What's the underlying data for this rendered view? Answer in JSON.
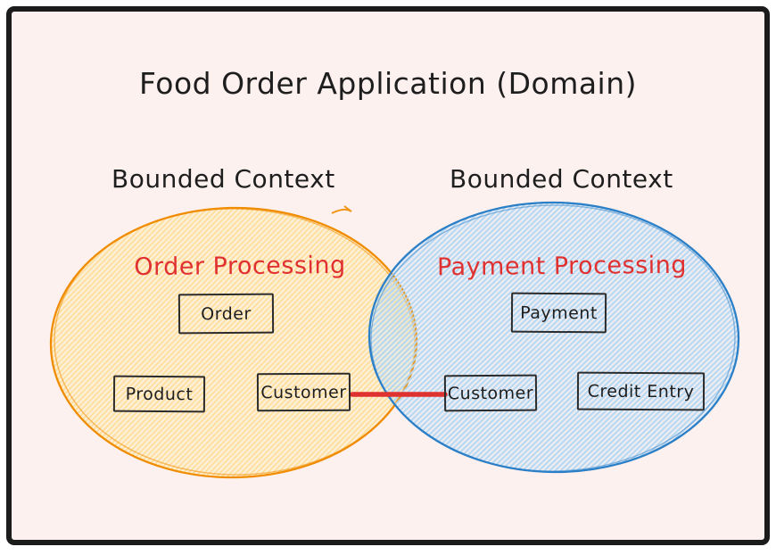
{
  "title": "Food Order Application (Domain)",
  "contexts": [
    {
      "label": "Bounded Context",
      "name": "Order Processing",
      "entities": [
        "Order",
        "Product",
        "Customer"
      ]
    },
    {
      "label": "Bounded Context",
      "name": "Payment Processing",
      "entities": [
        "Payment",
        "Customer",
        "Credit Entry"
      ]
    }
  ],
  "colors": {
    "background": "#fdf1ef",
    "frame": "#1b1b1b",
    "ink": "#1e1e1e",
    "red": "#e03131",
    "orange_stroke": "#f08c00",
    "yellow_fill": "#ffec99",
    "yellow_line": "#ffdf9e",
    "blue_stroke": "#2b7fc7",
    "blue_fill": "#a5d8ff",
    "blue_line": "#b5d7f2"
  }
}
